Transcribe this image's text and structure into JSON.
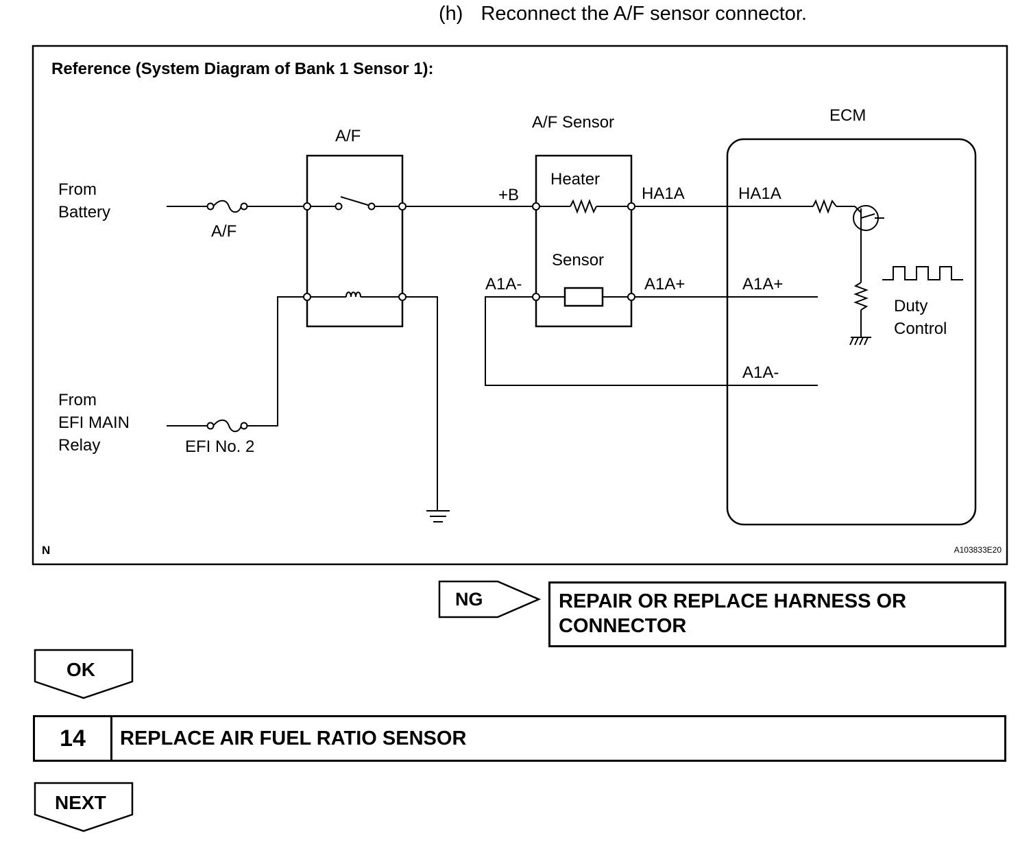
{
  "header": {
    "step_label": "(h)",
    "step_text": "Reconnect the A/F sensor connector."
  },
  "diagram": {
    "title": "Reference (System Diagram of Bank 1 Sensor 1):",
    "from_battery": [
      "From",
      "Battery"
    ],
    "af_fuse_label": "A/F",
    "af_relay_label": "A/F",
    "from_efi": [
      "From",
      "EFI MAIN",
      "Relay"
    ],
    "efi_fuse_label": "EFI No. 2",
    "sensor_title": "A/F Sensor",
    "heater_label": "Heater",
    "sensor_label": "Sensor",
    "plus_b": "+B",
    "ha1a_sensor": "HA1A",
    "a1a_minus_sensor": "A1A-",
    "a1a_plus_sensor": "A1A+",
    "ecm_title": "ECM",
    "ha1a_ecm": "HA1A",
    "a1a_plus_ecm": "A1A+",
    "a1a_minus_ecm": "A1A-",
    "duty_control": [
      "Duty",
      "Control"
    ],
    "corner_left": "N",
    "figure_code": "A103833E20"
  },
  "ng": {
    "arrow_label": "NG",
    "result": "REPAIR OR REPLACE HARNESS OR CONNECTOR"
  },
  "ok": {
    "label": "OK"
  },
  "step14": {
    "number": "14",
    "title": "REPLACE AIR FUEL RATIO SENSOR"
  },
  "next": {
    "label": "NEXT"
  }
}
